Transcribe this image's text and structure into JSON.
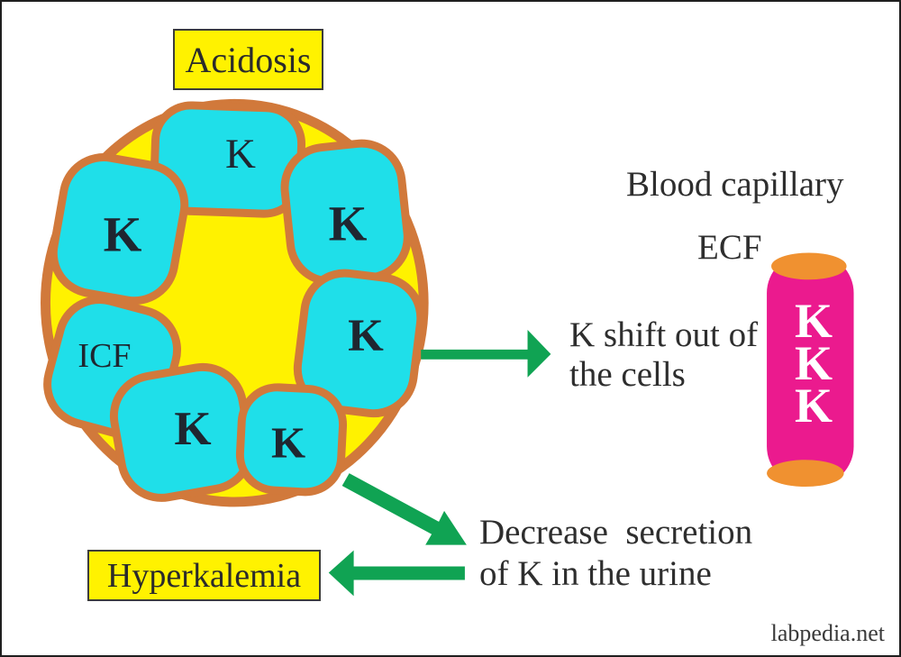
{
  "colors": {
    "background": "#ffffff",
    "frame_border": "#1f1f1f",
    "box_yellow": "#fff200",
    "cell_interior_yellow": "#fff200",
    "blob_cyan": "#1fdfe9",
    "membrane_orange": "#d1793b",
    "arrow_green": "#10a353",
    "capillary_pink": "#eb1a8e",
    "capillary_cap_orange": "#f09130",
    "text_dark": "#2e2e2e",
    "symbol_dark": "#1f2630"
  },
  "boxes": {
    "acidosis_label": "Acidosis",
    "hyperkalemia_label": "Hyperkalemia"
  },
  "cell": {
    "icf_label": "ICF",
    "k_top": "K",
    "k_left": "K",
    "k_upper_right": "K",
    "k_right": "K",
    "k_bottom_center": "K",
    "k_bottom_right": "K"
  },
  "capillary": {
    "title": "Blood capillary",
    "ecf_label": "ECF",
    "k_top": "K",
    "k_middle": "K",
    "k_bottom": "K"
  },
  "annotations": {
    "k_shift_line1": "K shift out of",
    "k_shift_line2": "the cells",
    "decrease_line1": "Decrease  secretion",
    "decrease_line2": "of K in the urine"
  },
  "footer": {
    "watermark": "labpedia.net"
  }
}
